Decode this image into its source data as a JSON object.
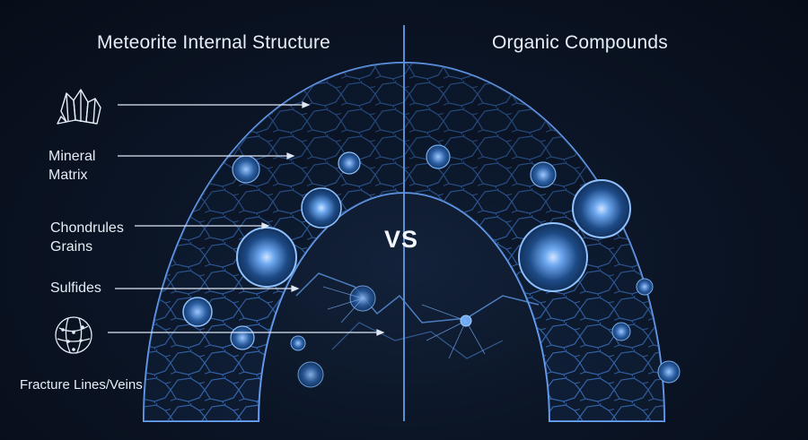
{
  "titles": {
    "left": "Meteorite Internal Structure",
    "right": "Organic Compounds",
    "center": "VS"
  },
  "labels": {
    "mineral_line1": "Mineral",
    "mineral_line2": "Matrix",
    "chondrules_line1": "Chondrules",
    "chondrules_line2": "Grains",
    "sulfides": "Sulfides",
    "fracture": "Fracture Lines/Veins"
  },
  "icons": {
    "top": "crystal-cluster-icon",
    "bottom": "globe-network-icon"
  },
  "colors": {
    "background": "#0a1220",
    "cell_stroke": "#4f8fe0",
    "glow": "#7fb6ff",
    "divider": "#5a8fd6"
  }
}
